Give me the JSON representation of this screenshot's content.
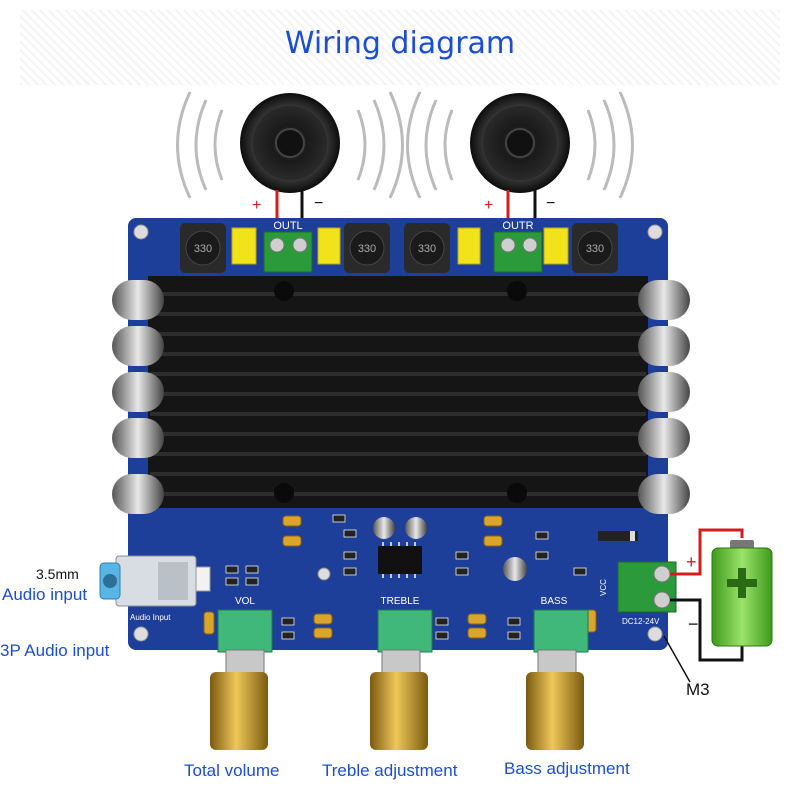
{
  "title": "Wiring diagram",
  "labels": {
    "audio_35mm": "3.5mm",
    "audio_input": "Audio input",
    "audio_3p": "3P Audio input",
    "total_volume": "Total volume",
    "treble": "Treble adjustment",
    "bass": "Bass adjustment",
    "m3": "M3"
  },
  "board": {
    "out_left": "OUTL",
    "out_right": "OUTR",
    "plus": "+",
    "minus": "−",
    "inductor": "330",
    "vol": "VOL",
    "treble": "TREBLE",
    "bass": "BASS",
    "audio_port": "Audio Input",
    "vcc": "VCC",
    "dc": "DC12-24V"
  },
  "colors": {
    "pcb": "#1d3f9a",
    "heatsink": "#151515",
    "title": "#1a4fd1",
    "wire_red": "#d41c1c",
    "battery": "#5bc42b"
  },
  "icons": [
    "speaker-icon",
    "battery-icon",
    "capacitor-icon",
    "potentiometer-icon",
    "terminal-block-icon"
  ]
}
